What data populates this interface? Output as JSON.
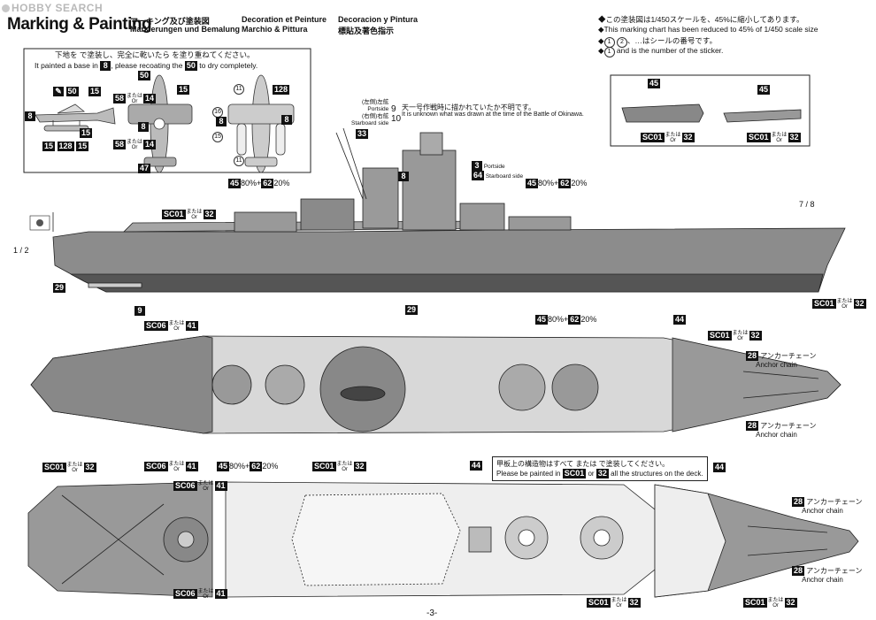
{
  "watermark": "HOBBY SEARCH",
  "header": {
    "title": "Marking & Painting",
    "t_jp": "マーキング及び塗装図",
    "t_de": "Markierungen und Bemalung",
    "t_fr": "Decoration et Peinture",
    "t_it": "Marchio & Pittura",
    "t_es": "Decoracion y Pintura",
    "t_zh": "標貼及著色指示"
  },
  "scale_note": {
    "jp": "この塗装図は1/450スケールを、45%に縮小してあります。",
    "en": "This marking chart has been reduced to 45% of 1/450 scale size",
    "sticker_jp": "、…はシールの番号です。",
    "sticker_en": "and    is the number of the sticker."
  },
  "aircraft_box": {
    "line1": "下地を  で塗装し、完全に乾いたら  を塗り重ねてください。",
    "line2a": "It painted a base in",
    "line2b": ", please recoating the",
    "line2c": "to dry completely."
  },
  "okinawa": {
    "jp": "天一号作戦時に描かれていたか不明です。",
    "en": "It is unknown what was drawn at the time of the Battle of Okinawa."
  },
  "deck_note": {
    "jp": "甲板上の構造物はすべて      または    で塗装してください。",
    "en_a": "Please be painted in",
    "en_b": "or",
    "en_c": "all the structures on the deck."
  },
  "mix": {
    "a": "45",
    "pa": "80%",
    "plus": "+",
    "b": "62",
    "pb": "20%"
  },
  "colors": {
    "c8": "8",
    "c15": "15",
    "c128": "128",
    "c50": "50",
    "c58": "58",
    "c14": "14",
    "c11": "11",
    "c16": "16",
    "c47": "47",
    "c33": "33",
    "c3": "3",
    "c64": "64",
    "c9": "9",
    "c10": "10",
    "c29": "29",
    "c44": "44",
    "c28": "28",
    "c32": "32",
    "c41": "41",
    "c45": "45",
    "sc01": "SC01",
    "sc06": "SC06"
  },
  "words": {
    "or_jp": "または",
    "or_en": "Or",
    "portside_jp": "(左側)左舷",
    "portside": "Portside",
    "starboard_jp": "(右側)右舷",
    "starboard": "Starboard side",
    "anchor_jp": "アンカーチェーン",
    "anchor_en": "Anchor chain",
    "num12": "1 / 2",
    "num78": "7 / 8"
  },
  "page_number": "-3-"
}
